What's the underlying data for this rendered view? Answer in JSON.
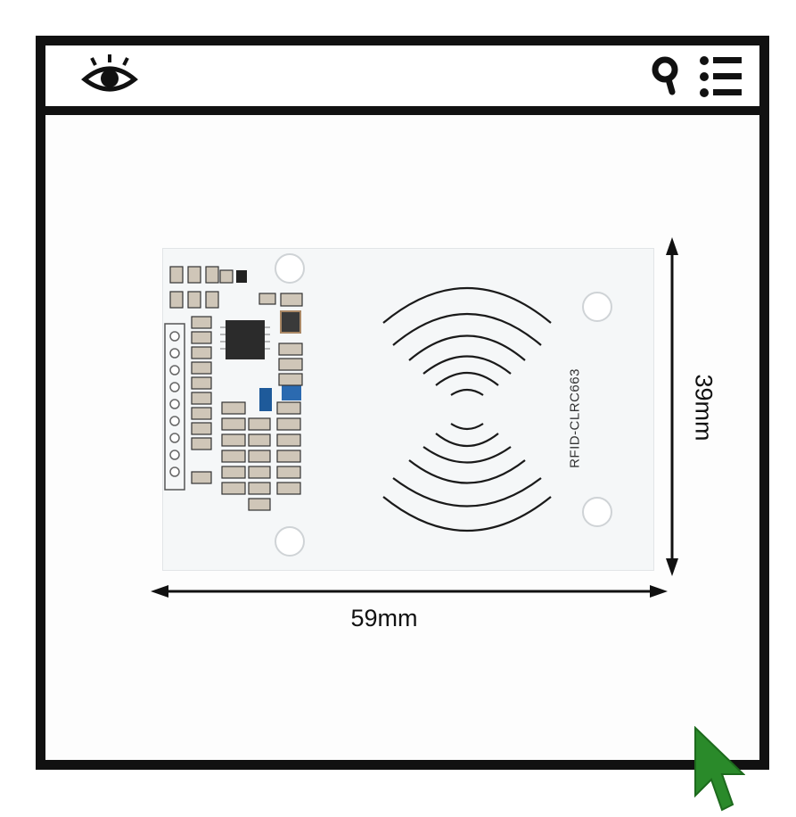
{
  "toolbar": {
    "left_icon": "eye-icon",
    "right_icons": [
      "search-icon",
      "menu-icon"
    ]
  },
  "product": {
    "model_label": "RFID-CLRC663",
    "width_label": "59mm",
    "height_label": "39mm"
  },
  "cursor": {
    "icon": "cursor-arrow-icon",
    "color": "#2a8a2a"
  }
}
